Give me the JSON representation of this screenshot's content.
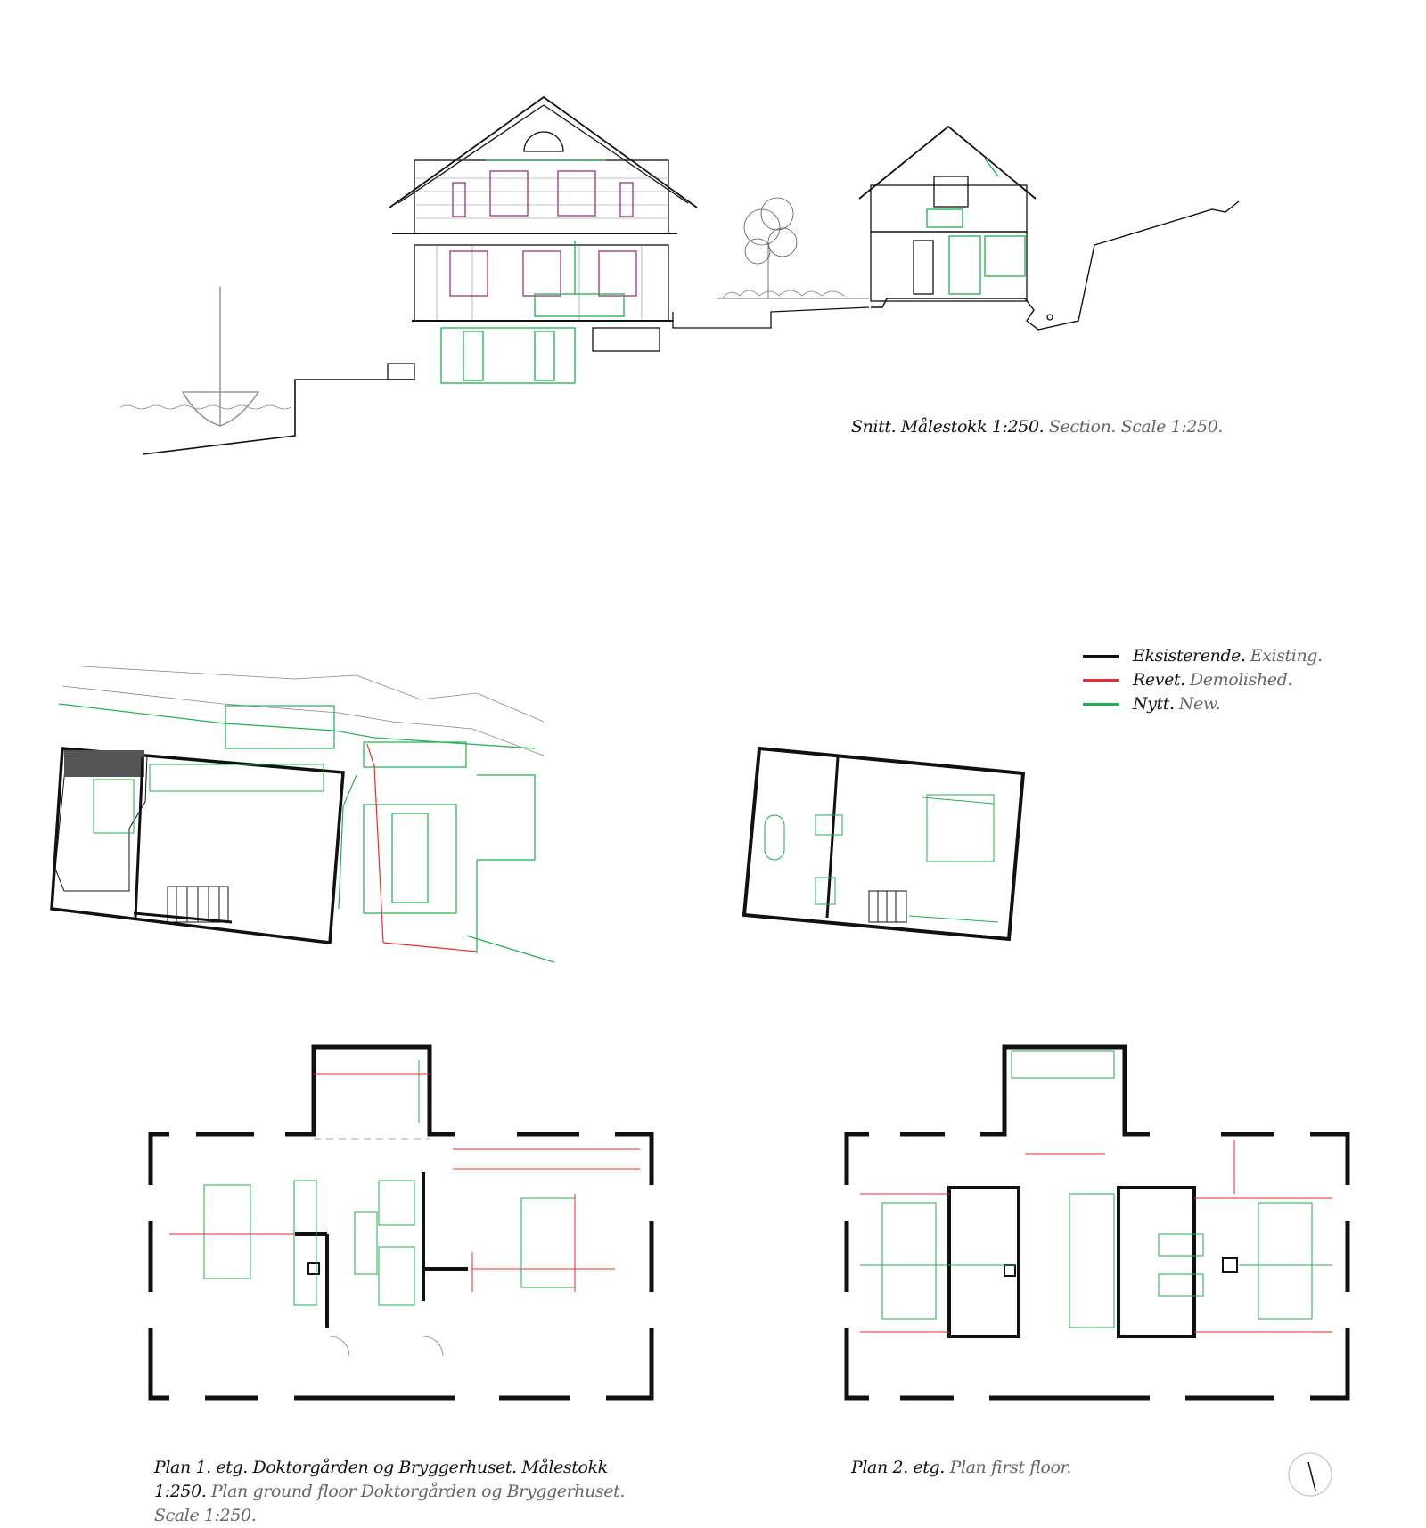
{
  "section_caption": {
    "no": "Snitt. Målestokk 1:250.",
    "en": "Section. Scale 1:250."
  },
  "legend": [
    {
      "no": "Eksisterende.",
      "en": "Existing.",
      "color": "#111111"
    },
    {
      "no": "Revet.",
      "en": "Demolished.",
      "color": "#ee2a2a"
    },
    {
      "no": "Nytt.",
      "en": "New.",
      "color": "#1fb14c"
    }
  ],
  "plan_ground_caption": {
    "no": "Plan 1. etg. Doktorgården og Bryggerhuset. Målestokk 1:250.",
    "en": "Plan ground floor Doktorgården og Bryggerhuset. Scale 1:250."
  },
  "plan_first_caption": {
    "no": "Plan 2. etg.",
    "en": "Plan first floor."
  },
  "colors": {
    "existing": "#111111",
    "demolished": "#ee2a2a",
    "new": "#1fb14c",
    "window": "#a0307a"
  }
}
